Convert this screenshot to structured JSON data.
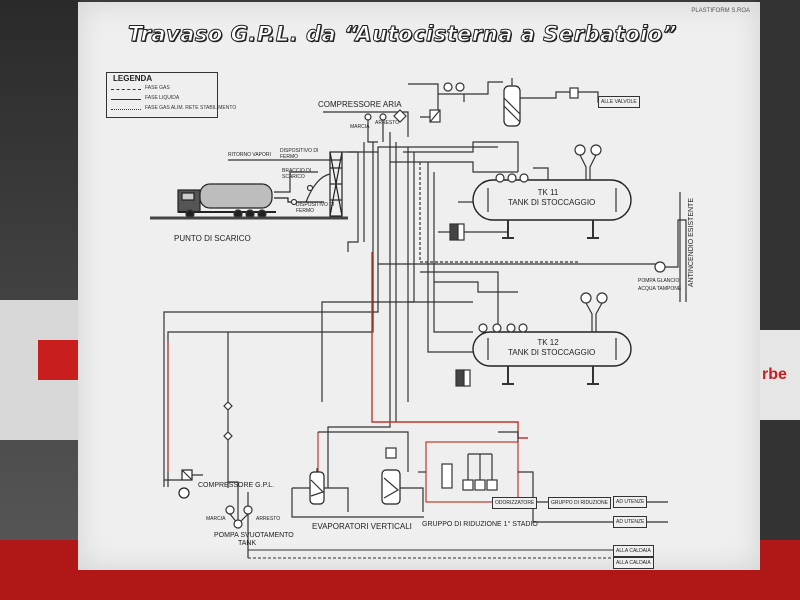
{
  "title": "Travaso G.P.L. da “Autocisterna a Serbatoio”",
  "maker": "PLASTIFORM S.ROA",
  "legend": {
    "title": "LEGENDA",
    "items": [
      {
        "label": "FASE GAS",
        "style": "dashed"
      },
      {
        "label": "FASE LIQUIDA",
        "style": "solid"
      },
      {
        "label": "FASE GAS ALIM. RETE STABILIMENTO",
        "style": "dotted"
      }
    ]
  },
  "labels": {
    "compressore_aria": "COMPRESSORE ARIA",
    "marcia": "MARCIA",
    "arresto": "ARRESTO",
    "ritorno_vapori": "RITORNO VAPORI",
    "dispositivo_fermo_top": "DISPOSITIVO DI FERMO",
    "braccio_scarico": "BRACCIO DI SCARICO",
    "dispositivo_fermo_bottom": "DISPOSITIVO DI FERMO",
    "punto_scarico": "PUNTO DI SCARICO",
    "tk11_name": "TK 11",
    "tk11_desc": "TANK DI STOCCAGGIO",
    "tk12_name": "TK 12",
    "tk12_desc": "TANK DI STOCCAGGIO",
    "antincendio": "ANTINCENDIO ESISTENTE",
    "pompa_glancio": "POMPA GLANCIO",
    "acqua_tamponi": "ACQUA TAMPONE",
    "compressore_gpl": "COMPRESSORE G.P.L.",
    "marcia_bottom": "MARCIA",
    "arresto_bottom": "ARRESTO",
    "pompa_svuotamento_1": "POMPA SVUOTAMENTO",
    "pompa_svuotamento_2": "TANK",
    "evaporatori": "EVAPORATORI VERTICALI",
    "gruppo_riduzione": "GRUPPO DI RIDUZIONE 1° STADIO",
    "alle_valvole": "ALLE VALVOLE",
    "ad_utenze_1": "AD UTENZE",
    "ad_utenze_2": "AD UTENZE",
    "alla_caldaia_1": "ALLA CALDAIA",
    "alla_caldaia_2": "ALLA CALDAIA",
    "odorizzatore": "ODORIZZATORE",
    "gruppo_box": "GRUPPO DI RIDUZIONE"
  },
  "colors": {
    "board": "#efefef",
    "line": "#333333",
    "red_line": "#c0392b",
    "floor": "#b01818"
  }
}
